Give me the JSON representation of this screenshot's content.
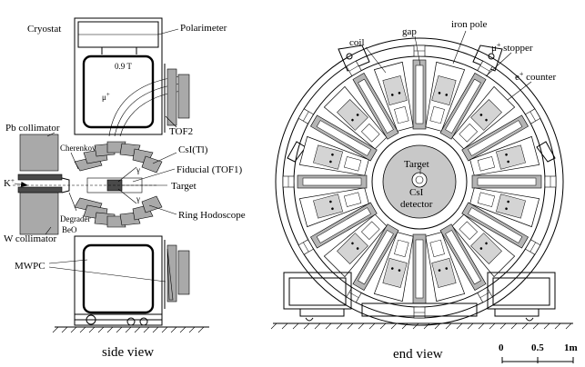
{
  "side_view": {
    "caption": "side view",
    "labels": {
      "cryostat": "Cryostat",
      "polarimeter": "Polarimeter",
      "field": "0.9 T",
      "muon": "μ",
      "muon_sup": "+",
      "tof2": "TOF2",
      "pb_collimator": "Pb collimator",
      "cherenkov": "Cherenkov",
      "csi": "CsI(Tl)",
      "fiducial": "Fiducial (TOF1)",
      "kaon": "K",
      "kaon_sup": "+",
      "target": "Target",
      "gamma1": "γ",
      "gamma2": "γ",
      "ring_hodoscope": "Ring Hodoscope",
      "w_collimator": "W collimator",
      "degrader": "Degrader",
      "beo": "BeO",
      "mwpc": "MWPC"
    }
  },
  "end_view": {
    "caption": "end view",
    "labels": {
      "coil": "coil",
      "gap": "gap",
      "iron_pole": "iron pole",
      "stopper": "μ",
      "stopper_sup": "+",
      "stopper_rest": " stopper",
      "positron": "e",
      "positron_sup": "+",
      "positron_rest": " counter",
      "target": "Target",
      "csi_line1": "CsI",
      "csi_line2": "detector"
    }
  },
  "scale_bar": {
    "tick_0": "0",
    "tick_half": "0.5",
    "tick_1": "1m"
  }
}
